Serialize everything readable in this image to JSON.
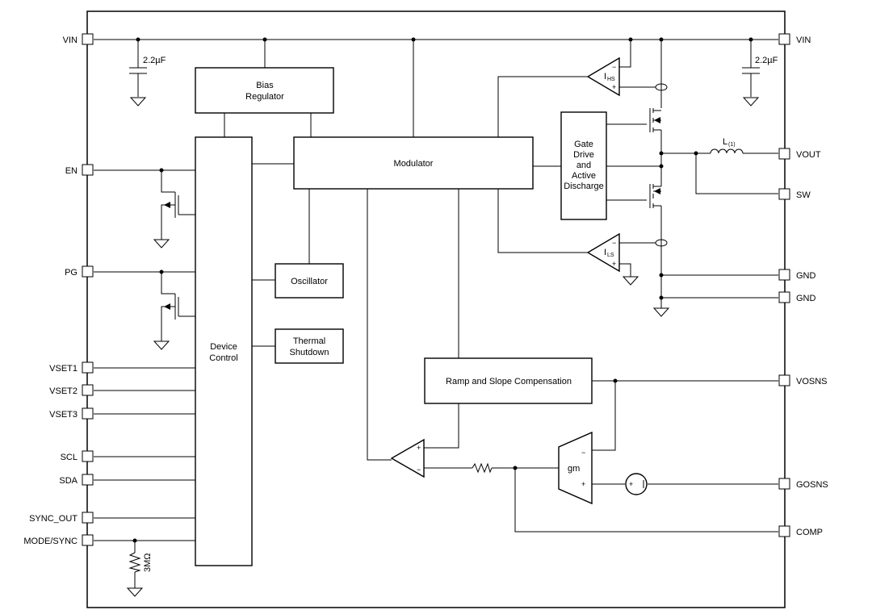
{
  "pins": {
    "left": [
      "VIN",
      "EN",
      "PG",
      "VSET1",
      "VSET2",
      "VSET3",
      "SCL",
      "SDA",
      "SYNC_OUT",
      "MODE/SYNC"
    ],
    "right": [
      "VIN",
      "VOUT",
      "SW",
      "GND",
      "GND",
      "VOSNS",
      "GOSNS",
      "COMP"
    ]
  },
  "blocks": {
    "bias_line1": "Bias",
    "bias_line2": "Regulator",
    "modulator": "Modulator",
    "device_line1": "Device",
    "device_line2": "Control",
    "oscillator": "Oscillator",
    "thermal_line1": "Thermal",
    "thermal_line2": "Shutdown",
    "gate_line1": "Gate",
    "gate_line2": "Drive",
    "gate_line3": "and",
    "gate_line4": "Active",
    "gate_line5": "Discharge",
    "ramp": "Ramp and Slope Compensation",
    "gm": "gm"
  },
  "components": {
    "cap_left": "2.2µF",
    "cap_right": "2.2µF",
    "inductor": "L",
    "inductor_sub": "(1)",
    "resistor": "3MΩ",
    "ihs": "I",
    "ihs_sub": "HS",
    "ils": "I",
    "ils_sub": "LS"
  },
  "signs": {
    "plus": "+",
    "minus": "−"
  }
}
